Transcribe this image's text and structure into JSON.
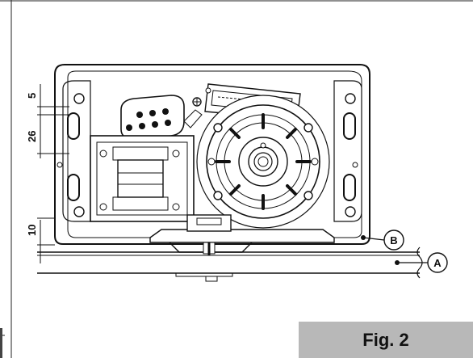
{
  "dimensions": {
    "d5": "5",
    "d26": "26",
    "d10": "10"
  },
  "callouts": {
    "a": "A",
    "b": "B"
  },
  "caption": {
    "label": "Fig. 2"
  }
}
